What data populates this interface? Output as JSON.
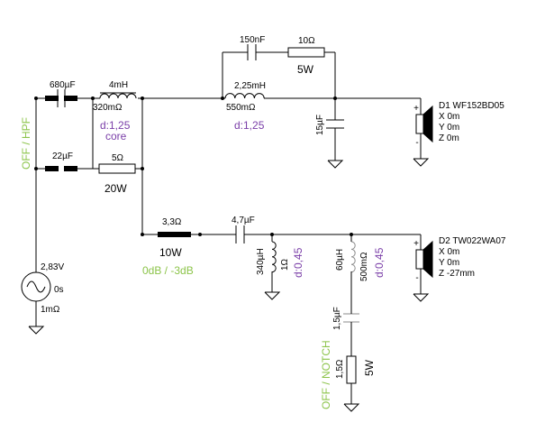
{
  "colors": {
    "wire": "#000000",
    "accent_purple": "#7a3ea8",
    "accent_green": "#8cc44a"
  },
  "labels": {
    "c_680": "680µF",
    "c_22": "22µF",
    "l_4mh": "4mH",
    "l_4mh_r": "320mΩ",
    "l_4mh_d": "d:1,25",
    "l_4mh_core": "core",
    "r_5": "5Ω",
    "r_5_w": "20W",
    "c_150n": "150nF",
    "r_10": "10Ω",
    "r_10_w": "5W",
    "l_225": "2,25mH",
    "l_225_r": "550mΩ",
    "l_225_d": "d:1,25",
    "c_15": "15µF",
    "r_33": "3,3Ω",
    "r_33_w": "10W",
    "r_33_opt": "0dB / -3dB",
    "c_47": "4,7µF",
    "l_340": "340µH",
    "l_340_r": "1Ω",
    "l_340_d": "d:0,45",
    "l_60": "60µH",
    "l_60_r": "500mΩ",
    "l_60_d": "d:0,45",
    "c_15b": "1,5µF",
    "r_15": "1,5Ω",
    "r_15_w": "5W",
    "src_v": "2,83V",
    "src_t": "0s",
    "src_r": "1mΩ",
    "hpf_switch": "OFF / HPF",
    "notch_switch": "OFF / NOTCH"
  },
  "drivers": {
    "d1": {
      "name": "D1 WF152BD05",
      "x": "X 0m",
      "y": "Y 0m",
      "z": "Z 0m"
    },
    "d2": {
      "name": "D2 TW022WA07",
      "x": "X 0m",
      "y": "Y 0m",
      "z": "Z -27mm"
    }
  },
  "icons": [
    "sine-source-icon",
    "speaker-icon",
    "ground-icon",
    "capacitor-icon",
    "inductor-icon",
    "resistor-icon"
  ]
}
